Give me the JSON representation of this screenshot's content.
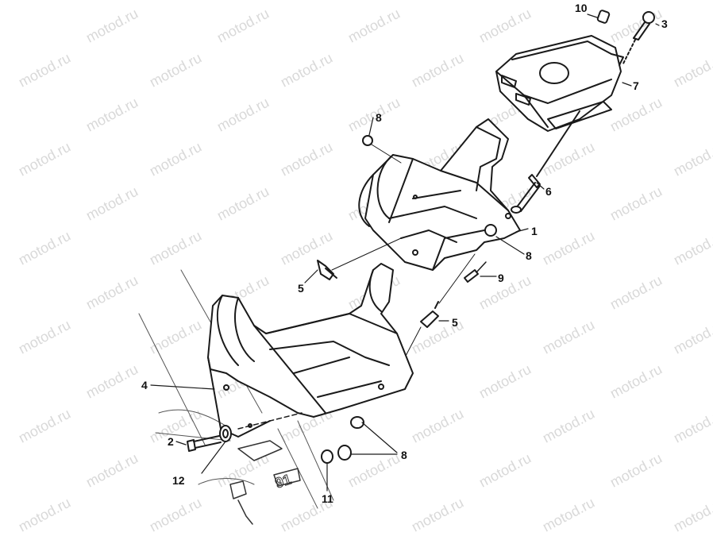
{
  "watermark": {
    "text": "motod.ru"
  },
  "callouts": {
    "c1": "1",
    "c2": "2",
    "c3": "3",
    "c4": "4",
    "c5a": "5",
    "c5b": "5",
    "c6": "6",
    "c7": "7",
    "c8a": "8",
    "c8b": "8",
    "c8c": "8",
    "c9": "9",
    "c10": "10",
    "c11": "11",
    "c12": "12"
  },
  "frame_mark": {
    "text": "91"
  }
}
